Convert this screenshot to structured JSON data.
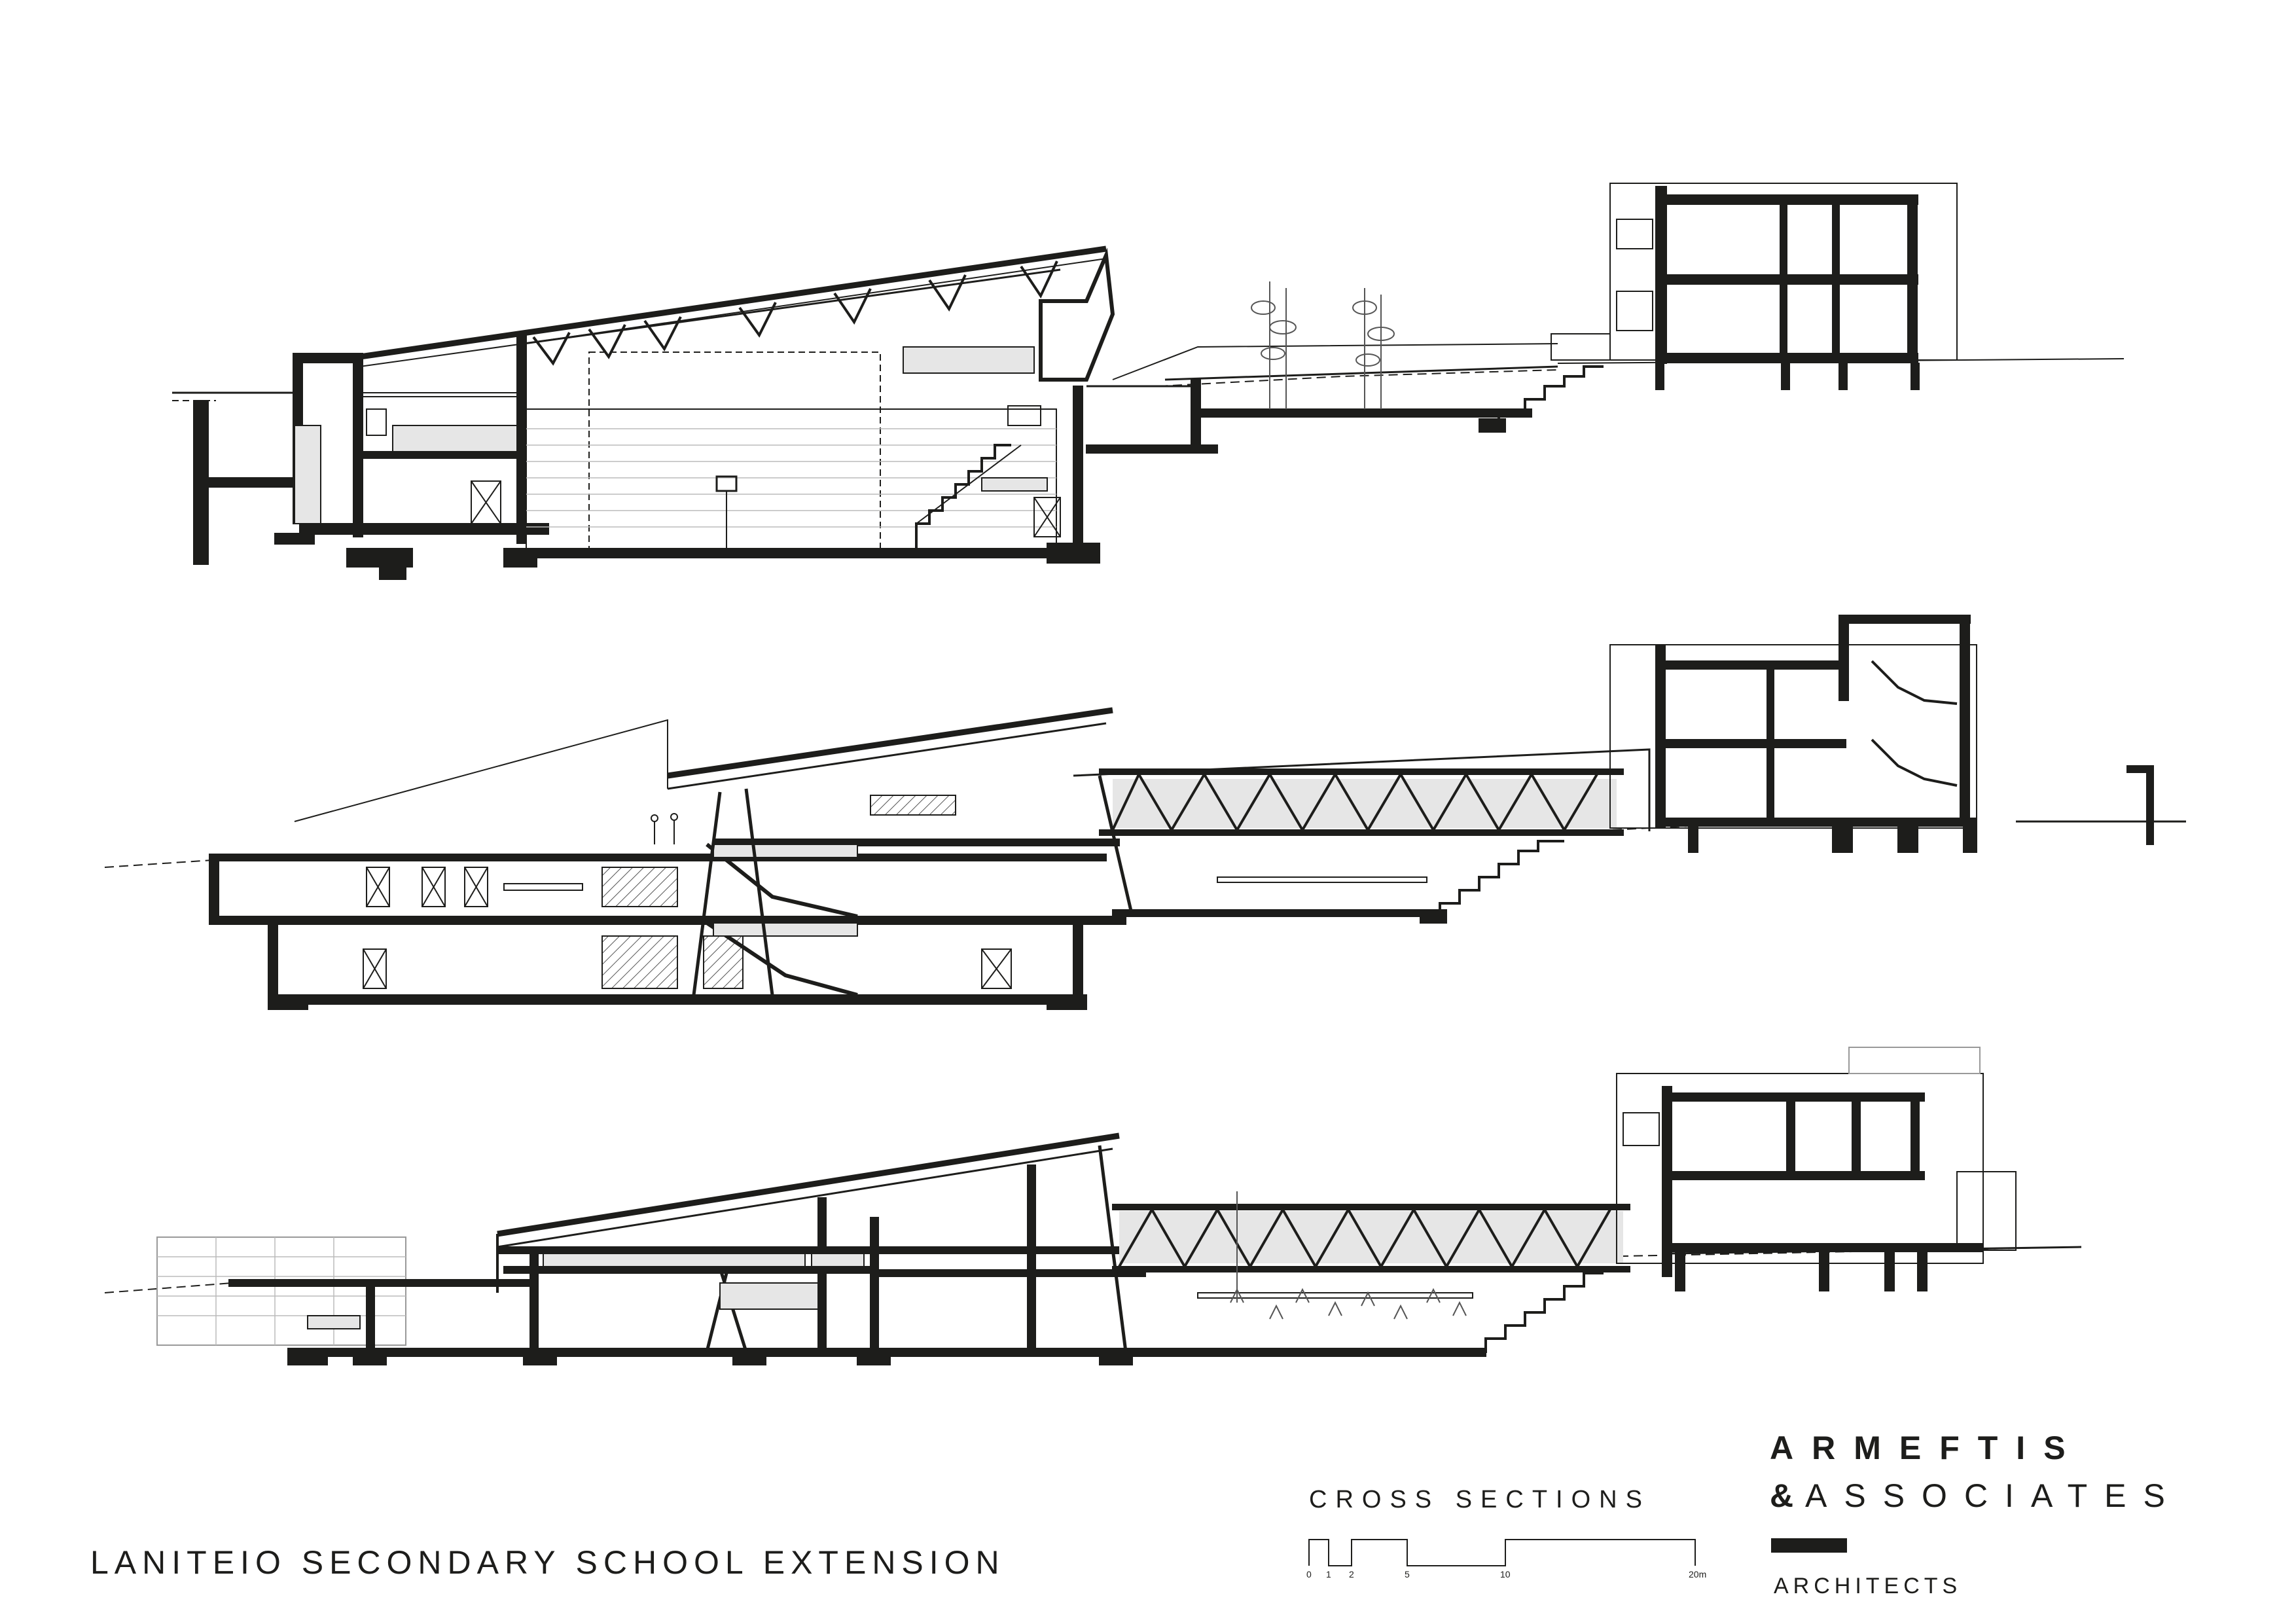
{
  "title_block": {
    "project": "LANITEIO SECONDARY SCHOOL EXTENSION",
    "drawing": "CROSS SECTIONS"
  },
  "firm": {
    "name": "ARMEFTIS",
    "amp": "&",
    "associates": "ASSOCIATES",
    "role": "ARCHITECTS"
  },
  "scale_bar": {
    "labels": [
      "0",
      "1",
      "2",
      "5",
      "10",
      "20m"
    ]
  },
  "colors": {
    "ink": "#1d1d1b",
    "glass": "#e6e6e6",
    "paper": "#ffffff"
  }
}
